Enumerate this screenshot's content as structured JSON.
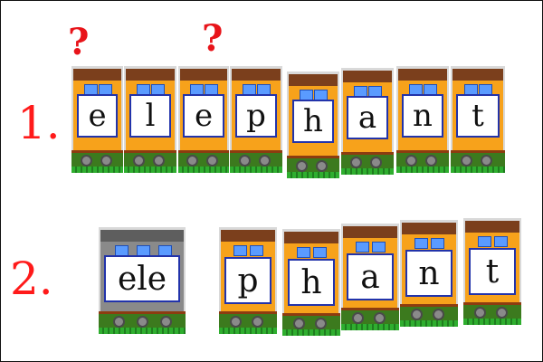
{
  "row1": {
    "label": "1.",
    "question_marks": [
      "?",
      "?"
    ],
    "letters": [
      "e",
      "l",
      "e",
      "p",
      "h",
      "a",
      "n",
      "t"
    ]
  },
  "row2": {
    "label": "2.",
    "chunks": [
      "ele",
      "p",
      "h",
      "a",
      "n",
      "t"
    ]
  },
  "colors": {
    "label_red": "#ff1a1a",
    "roof_brown": "#7b3f1c",
    "body_orange": "#f7a21b",
    "window_blue": "#5a9bff",
    "card_border": "#2233aa",
    "grass_green": "#2fae2f"
  }
}
